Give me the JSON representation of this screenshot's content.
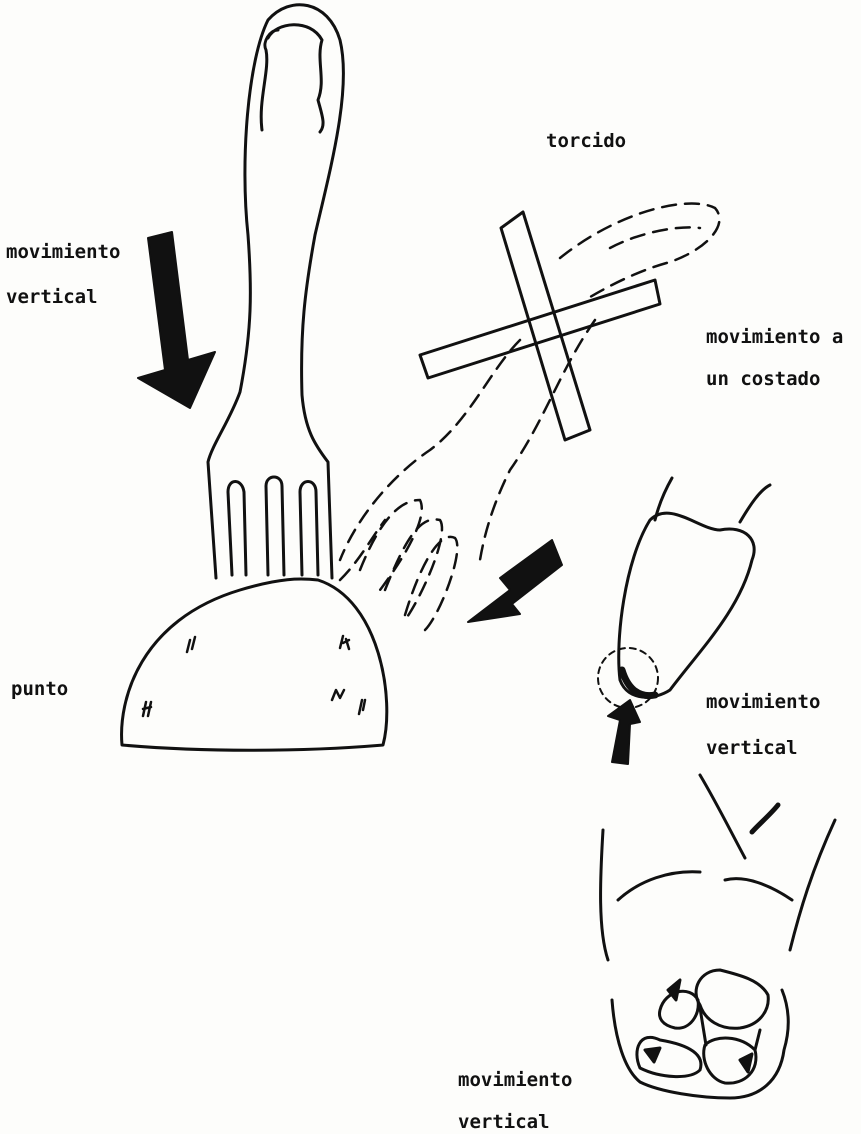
{
  "labels": {
    "torcido": "torcido",
    "left_movement_line1": "movimiento",
    "left_movement_line2": "vertical",
    "side_movement_line1": "movimiento a",
    "side_movement_line2": "un costado",
    "punto": "punto",
    "tooth_movement_line1": "movimiento",
    "tooth_movement_line2": "vertical",
    "bottom_movement_line1": "movimiento",
    "bottom_movement_line2": "vertical"
  },
  "colors": {
    "ink": "#111111",
    "paper": "#fdfdfb"
  }
}
